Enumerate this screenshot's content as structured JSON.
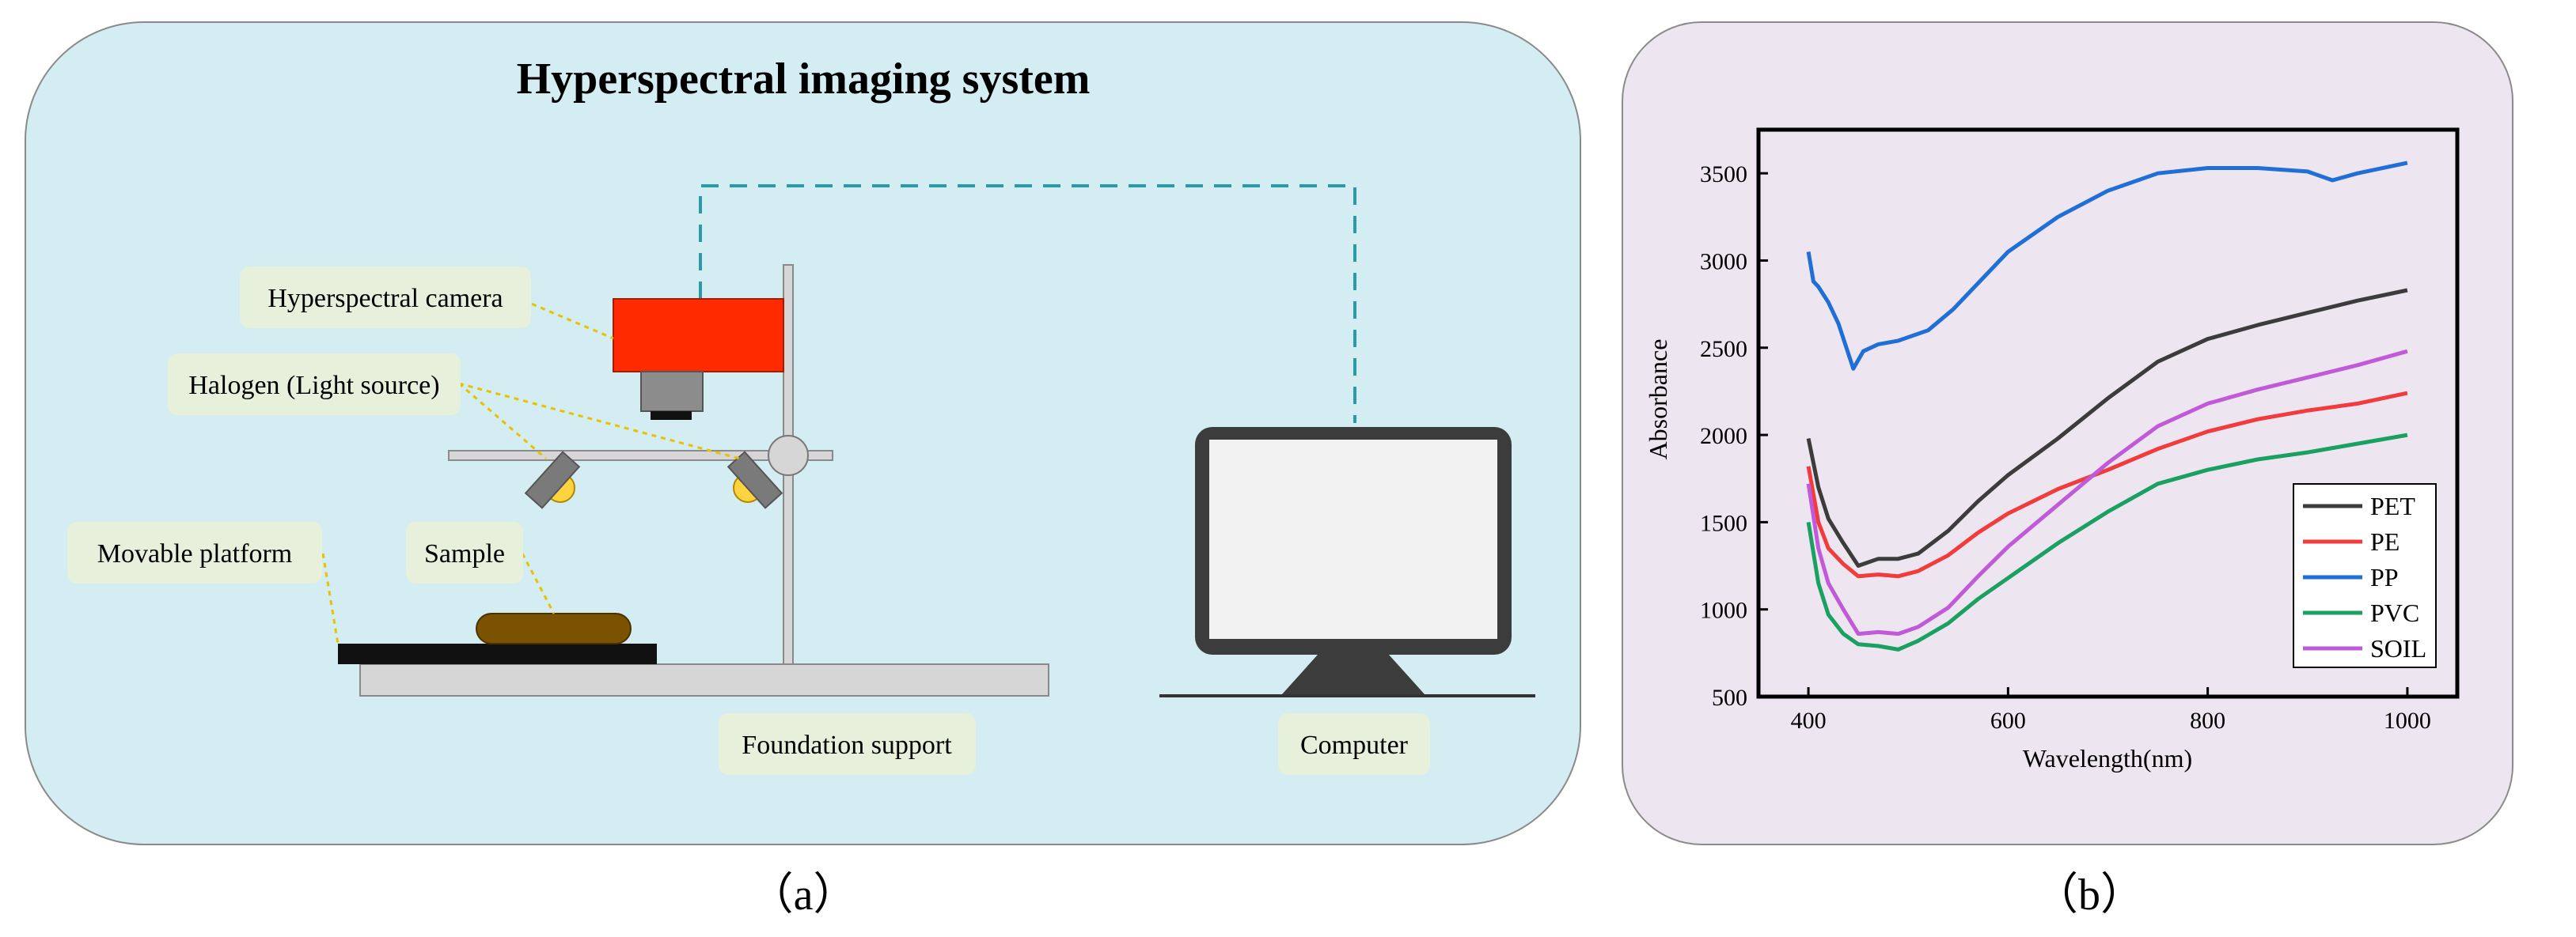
{
  "panel_a": {
    "title": "Hyperspectral imaging system",
    "labels": {
      "camera": "Hyperspectral camera",
      "halogen": "Halogen (Light source)",
      "platform": "Movable platform",
      "sample": "Sample",
      "foundation": "Foundation support",
      "computer": "Computer"
    },
    "caption": "（a）",
    "colors": {
      "background": "#d3edf2",
      "label_box": "#e6f0db",
      "camera_body": "#ff2a00",
      "sample": "#7a5200",
      "dashed_cable": "#2a9aa8"
    }
  },
  "panel_b": {
    "caption": "（b）",
    "colors": {
      "background": "#ede6f0"
    }
  },
  "chart_data": {
    "type": "line",
    "title": "",
    "xlabel": "Wavelength(nm)",
    "ylabel": "Absorbance",
    "xlim": [
      350,
      1050
    ],
    "ylim": [
      500,
      3750
    ],
    "xticks": [
      400,
      600,
      800,
      1000
    ],
    "yticks": [
      500,
      1000,
      1500,
      2000,
      2500,
      3000,
      3500
    ],
    "grid": false,
    "legend_position": "bottom-right",
    "series": [
      {
        "name": "PET",
        "color": "#3c3c3c",
        "x": [
          400,
          410,
          420,
          435,
          450,
          470,
          490,
          510,
          540,
          570,
          600,
          650,
          700,
          750,
          800,
          850,
          900,
          950,
          1000
        ],
        "y": [
          1980,
          1700,
          1520,
          1380,
          1250,
          1290,
          1290,
          1320,
          1450,
          1620,
          1770,
          1980,
          2210,
          2420,
          2550,
          2630,
          2700,
          2770,
          2830
        ]
      },
      {
        "name": "PE",
        "color": "#f03c3c",
        "x": [
          400,
          410,
          420,
          435,
          450,
          470,
          490,
          510,
          540,
          570,
          600,
          650,
          700,
          750,
          800,
          850,
          900,
          950,
          1000
        ],
        "y": [
          1820,
          1500,
          1350,
          1260,
          1190,
          1200,
          1190,
          1220,
          1310,
          1440,
          1550,
          1690,
          1800,
          1920,
          2020,
          2090,
          2140,
          2180,
          2240
        ]
      },
      {
        "name": "PP",
        "color": "#1f6fd6",
        "x": [
          400,
          405,
          410,
          420,
          430,
          445,
          455,
          470,
          490,
          520,
          545,
          570,
          600,
          650,
          700,
          750,
          800,
          850,
          900,
          925,
          950,
          1000
        ],
        "y": [
          3050,
          2880,
          2850,
          2760,
          2640,
          2380,
          2480,
          2520,
          2540,
          2600,
          2720,
          2870,
          3050,
          3250,
          3400,
          3500,
          3530,
          3530,
          3510,
          3460,
          3500,
          3560
        ]
      },
      {
        "name": "PVC",
        "color": "#1aa060",
        "x": [
          400,
          410,
          420,
          435,
          450,
          470,
          490,
          510,
          540,
          570,
          600,
          650,
          700,
          750,
          800,
          850,
          900,
          950,
          1000
        ],
        "y": [
          1500,
          1150,
          970,
          860,
          800,
          790,
          770,
          820,
          920,
          1060,
          1180,
          1380,
          1560,
          1720,
          1800,
          1860,
          1900,
          1950,
          2000
        ]
      },
      {
        "name": "SOIL",
        "color": "#c05ad8",
        "x": [
          400,
          410,
          420,
          435,
          450,
          470,
          490,
          510,
          540,
          570,
          600,
          650,
          700,
          750,
          800,
          850,
          900,
          950,
          1000
        ],
        "y": [
          1720,
          1350,
          1150,
          1000,
          860,
          870,
          860,
          900,
          1010,
          1190,
          1360,
          1600,
          1840,
          2050,
          2180,
          2260,
          2330,
          2400,
          2480
        ]
      }
    ]
  }
}
